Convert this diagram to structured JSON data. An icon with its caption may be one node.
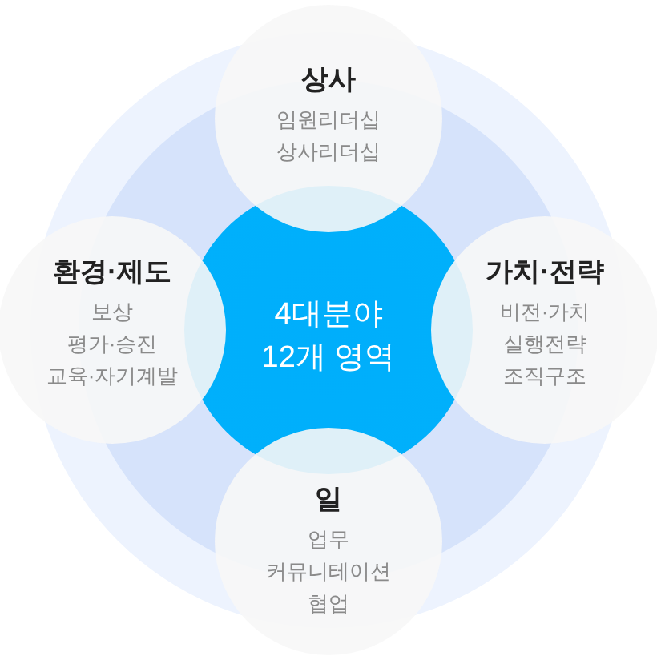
{
  "diagram": {
    "nodes": [
      {
        "text": [
          "상사",
          "임원리더십",
          "상사리더십"
        ]
      },
      {
        "text": [
          "환경·제도",
          "보상",
          "평가·승진",
          "교육·자기계발"
        ]
      },
      {
        "text": [
          "4대분야 12개 영역"
        ]
      },
      {
        "text": [
          "가치·전략",
          "비전·가치",
          "실행전략",
          "조직구조"
        ]
      },
      {
        "text": [
          "일",
          "업무",
          "커뮤니테이션",
          "협업"
        ]
      }
    ]
  }
}
